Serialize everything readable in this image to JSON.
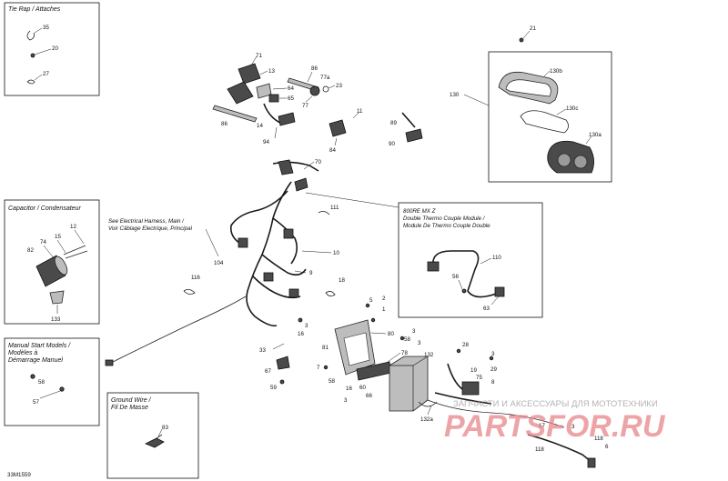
{
  "diagram_id": "33M1559",
  "watermark": {
    "tagline": "ЗАПЧАСТИ И АКСЕССУАРЫ ДЛЯ МОТОТЕХНИКИ",
    "brand": "PARTSFOR.RU"
  },
  "boxes": {
    "tie_rap": {
      "title": "Tie Rap / Attaches",
      "parts": [
        "35",
        "20",
        "27"
      ]
    },
    "capacitor": {
      "title": "Capacitor / Condensateur",
      "parts": [
        "12",
        "74",
        "15",
        "82",
        "133"
      ]
    },
    "manual_start": {
      "title_lines": [
        "Manual Start Models /",
        "Modèles à",
        "Démarrage Manuel"
      ],
      "parts": [
        "58",
        "57"
      ]
    },
    "ground_wire": {
      "title_lines": [
        "Ground Wire /",
        "Fil De Masse"
      ],
      "parts": [
        "83"
      ]
    },
    "thermo": {
      "title_lines": [
        "800RE MX Z",
        "Double Thermo Couple Module /",
        "Module De Thermo Couple Double"
      ],
      "parts": [
        "110",
        "56",
        "63"
      ]
    },
    "gauge": {
      "parts": [
        "130b",
        "130c",
        "130a"
      ],
      "assembly": "130"
    }
  },
  "harness_note": [
    "See Electrical Harness, Main /",
    "Voir Câblage Electrique, Principal"
  ],
  "callouts": {
    "c21": "21",
    "c71": "71",
    "c13": "13",
    "c86a": "86",
    "c77a": "77a",
    "c23": "23",
    "c64": "64",
    "c65": "65",
    "c77": "77",
    "c14": "14",
    "c86b": "86",
    "c94": "94",
    "c11": "11",
    "c84": "84",
    "c89": "89",
    "c90": "90",
    "c70": "70",
    "c111": "111",
    "c104": "104",
    "c10": "10",
    "c9": "9",
    "c116": "116",
    "c18": "18",
    "c5": "5",
    "c2": "2",
    "c1": "1",
    "c3a": "3",
    "c16": "16",
    "c80": "80",
    "c3b": "3",
    "c81": "81",
    "c78": "78",
    "c132": "132",
    "c3c": "3",
    "c33": "33",
    "c67": "67",
    "c59": "59",
    "c7": "7",
    "c58b": "58",
    "c3d": "3",
    "c60": "60",
    "c16b": "16",
    "c66": "66",
    "c3e": "3",
    "c28": "28",
    "c19": "19",
    "c75": "75",
    "c29": "29",
    "c8": "8",
    "c132a": "132a",
    "c17": "17",
    "c118a": "118",
    "c118b": "118",
    "c6": "6",
    "c3f": "3"
  }
}
